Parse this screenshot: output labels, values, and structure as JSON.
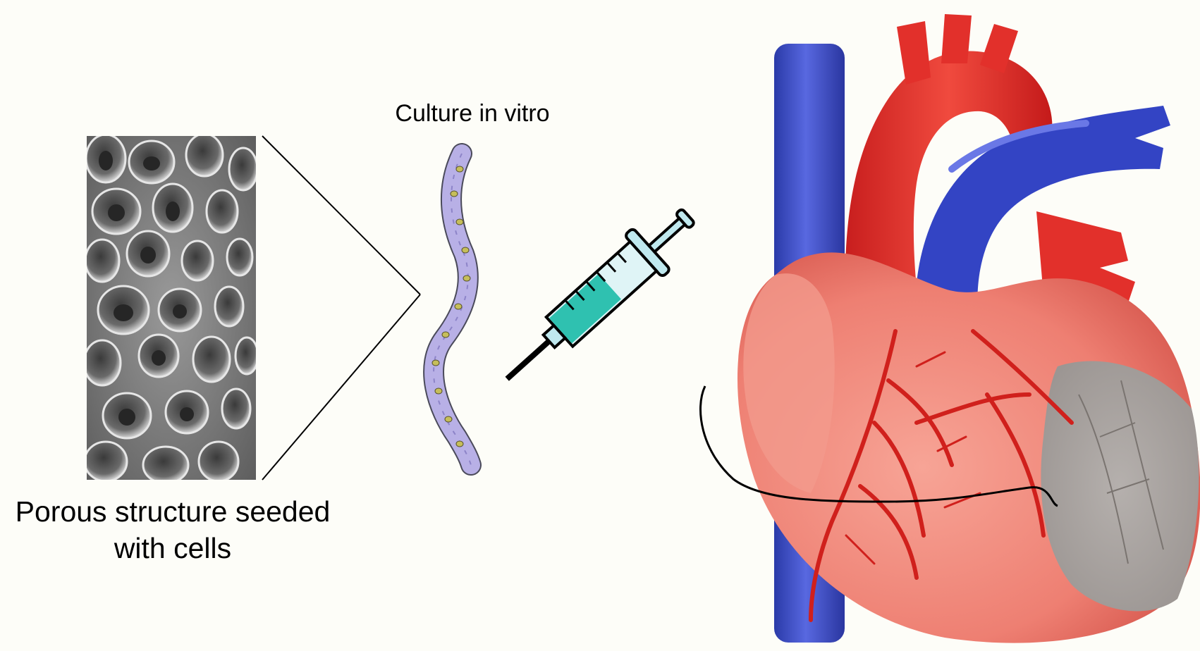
{
  "labels": {
    "culture": "Culture in vitro",
    "porous_line1": "Porous structure seeded",
    "porous_line2": "with cells"
  },
  "colors": {
    "background": "#fdfdf8",
    "heart_tissue": "#f08b7e",
    "artery": "#e2302b",
    "vein": "#3344c4",
    "infarct": "#a9a4a0",
    "syringe_fluid": "#2fc1b0",
    "syringe_barrel": "#bfe8ee",
    "cell_strand": "#b0a8e0",
    "cell_nucleus": "#c8c060",
    "sem_gray": "#8a8a8a"
  },
  "icons": {
    "scaffold": "porous-scaffold-sem-image",
    "tissue": "engineered-tissue-strand-icon",
    "syringe": "syringe-icon",
    "heart": "heart-illustration"
  }
}
